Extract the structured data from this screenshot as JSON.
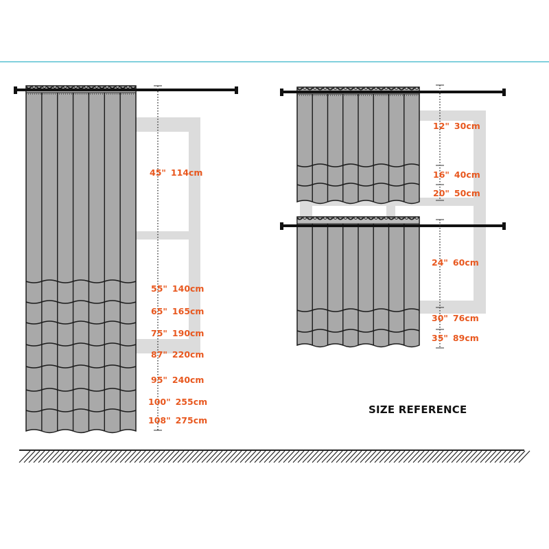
{
  "title": "SIZE REFERENCE",
  "colors": {
    "accent_line": "#34b3c6",
    "measure_text": "#e8581f",
    "curtain_fill": "#a9a9a9",
    "curtain_stroke": "#1a1a1a",
    "rod": "#111111",
    "window_frame": "#dcdcdc",
    "floor_hatch": "#222222"
  },
  "long_panel": {
    "measurements": [
      {
        "inch": "45\"",
        "cm": "114cm"
      },
      {
        "inch": "55\"",
        "cm": "140cm"
      },
      {
        "inch": "65\"",
        "cm": "165cm"
      },
      {
        "inch": "75\"",
        "cm": "190cm"
      },
      {
        "inch": "87\"",
        "cm": "220cm"
      },
      {
        "inch": "95\"",
        "cm": "240cm"
      },
      {
        "inch": "100\"",
        "cm": "255cm"
      },
      {
        "inch": "108\"",
        "cm": "275cm"
      }
    ]
  },
  "tier_panels": {
    "upper": [
      {
        "inch": "12\"",
        "cm": "30cm"
      },
      {
        "inch": "16\"",
        "cm": "40cm"
      },
      {
        "inch": "20\"",
        "cm": "50cm"
      }
    ],
    "lower": [
      {
        "inch": "24\"",
        "cm": "60cm"
      },
      {
        "inch": "30\"",
        "cm": "76cm"
      },
      {
        "inch": "35\"",
        "cm": "89cm"
      }
    ]
  }
}
